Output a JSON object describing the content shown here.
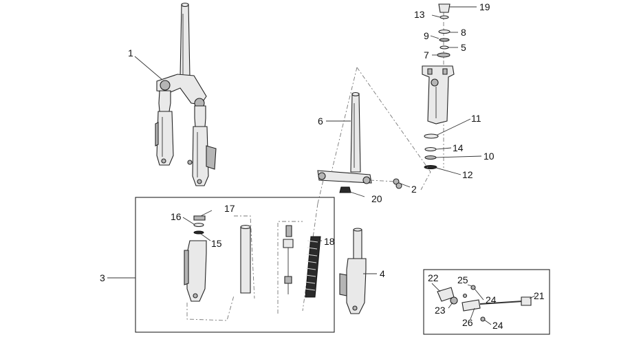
{
  "diagram": {
    "part_labels": [
      {
        "id": "p1",
        "text": "1"
      },
      {
        "id": "p2",
        "text": "2"
      },
      {
        "id": "p3",
        "text": "3"
      },
      {
        "id": "p4",
        "text": "4"
      },
      {
        "id": "p5",
        "text": "5"
      },
      {
        "id": "p6",
        "text": "6"
      },
      {
        "id": "p7",
        "text": "7"
      },
      {
        "id": "p8",
        "text": "8"
      },
      {
        "id": "p9",
        "text": "9"
      },
      {
        "id": "p10",
        "text": "10"
      },
      {
        "id": "p11",
        "text": "11"
      },
      {
        "id": "p12",
        "text": "12"
      },
      {
        "id": "p13",
        "text": "13"
      },
      {
        "id": "p14",
        "text": "14"
      },
      {
        "id": "p15",
        "text": "15"
      },
      {
        "id": "p16",
        "text": "16"
      },
      {
        "id": "p17",
        "text": "17"
      },
      {
        "id": "p18",
        "text": "18"
      },
      {
        "id": "p19",
        "text": "19"
      },
      {
        "id": "p20",
        "text": "20"
      },
      {
        "id": "p21",
        "text": "21"
      },
      {
        "id": "p22",
        "text": "22"
      },
      {
        "id": "p23",
        "text": "23"
      },
      {
        "id": "p24a",
        "text": "24"
      },
      {
        "id": "p24b",
        "text": "24"
      },
      {
        "id": "p25",
        "text": "25"
      },
      {
        "id": "p26",
        "text": "26"
      }
    ]
  }
}
